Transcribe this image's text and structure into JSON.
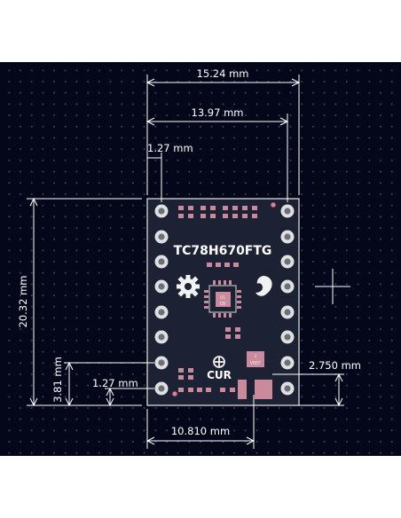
{
  "board": {
    "title": "TC78H670FTG",
    "cur_label": "CUR",
    "ic_label": "U1",
    "ic_sublabel": "EN",
    "small_label_2": "2",
    "small_label_vref": "VREF"
  },
  "dimensions": {
    "width_outer": "15.24 mm",
    "width_inner": "13.97 mm",
    "pin_offset": "1.27 mm",
    "height": "20.32 mm",
    "lower_height": "3.81 mm",
    "lower_pin_offset": "1.27 mm",
    "right_offset": "2.750 mm",
    "bottom_width": "10.810 mm"
  },
  "colors": {
    "background": "#04071a",
    "board_fill": "#1c2233",
    "pad_pink": "#c98a9b",
    "silkscreen": "#f2f2f2",
    "dimension_line": "#ffffff"
  }
}
